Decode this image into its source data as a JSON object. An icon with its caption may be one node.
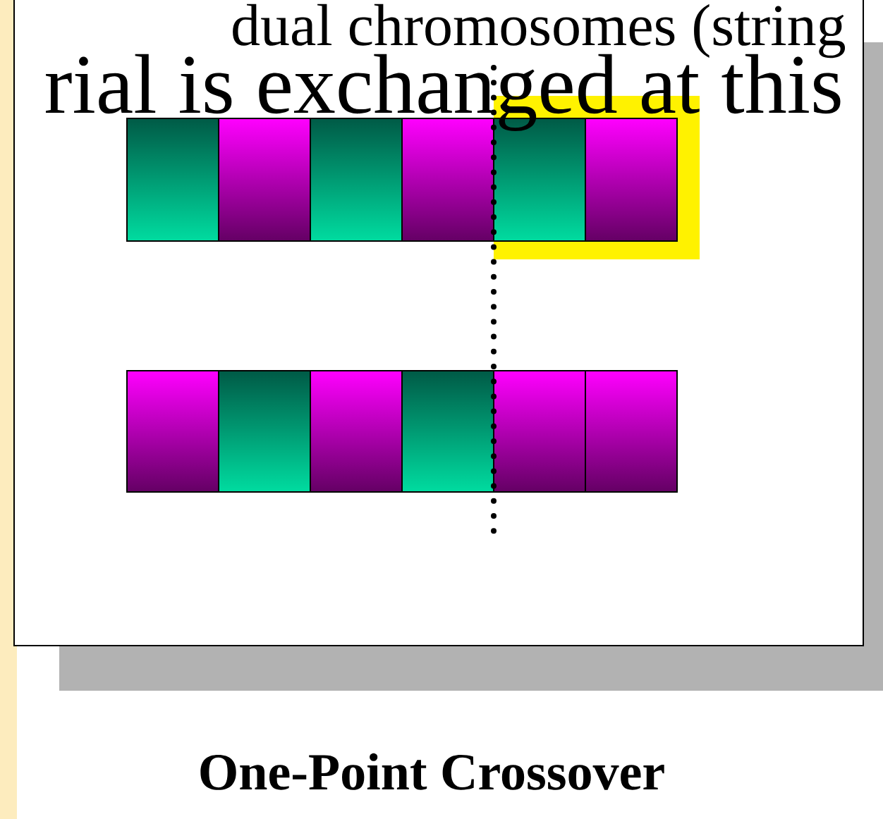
{
  "diagram": {
    "caption": "One-Point Crossover",
    "labels": [
      "dual chromosomes (string",
      "rial is exchanged at this"
    ]
  }
}
